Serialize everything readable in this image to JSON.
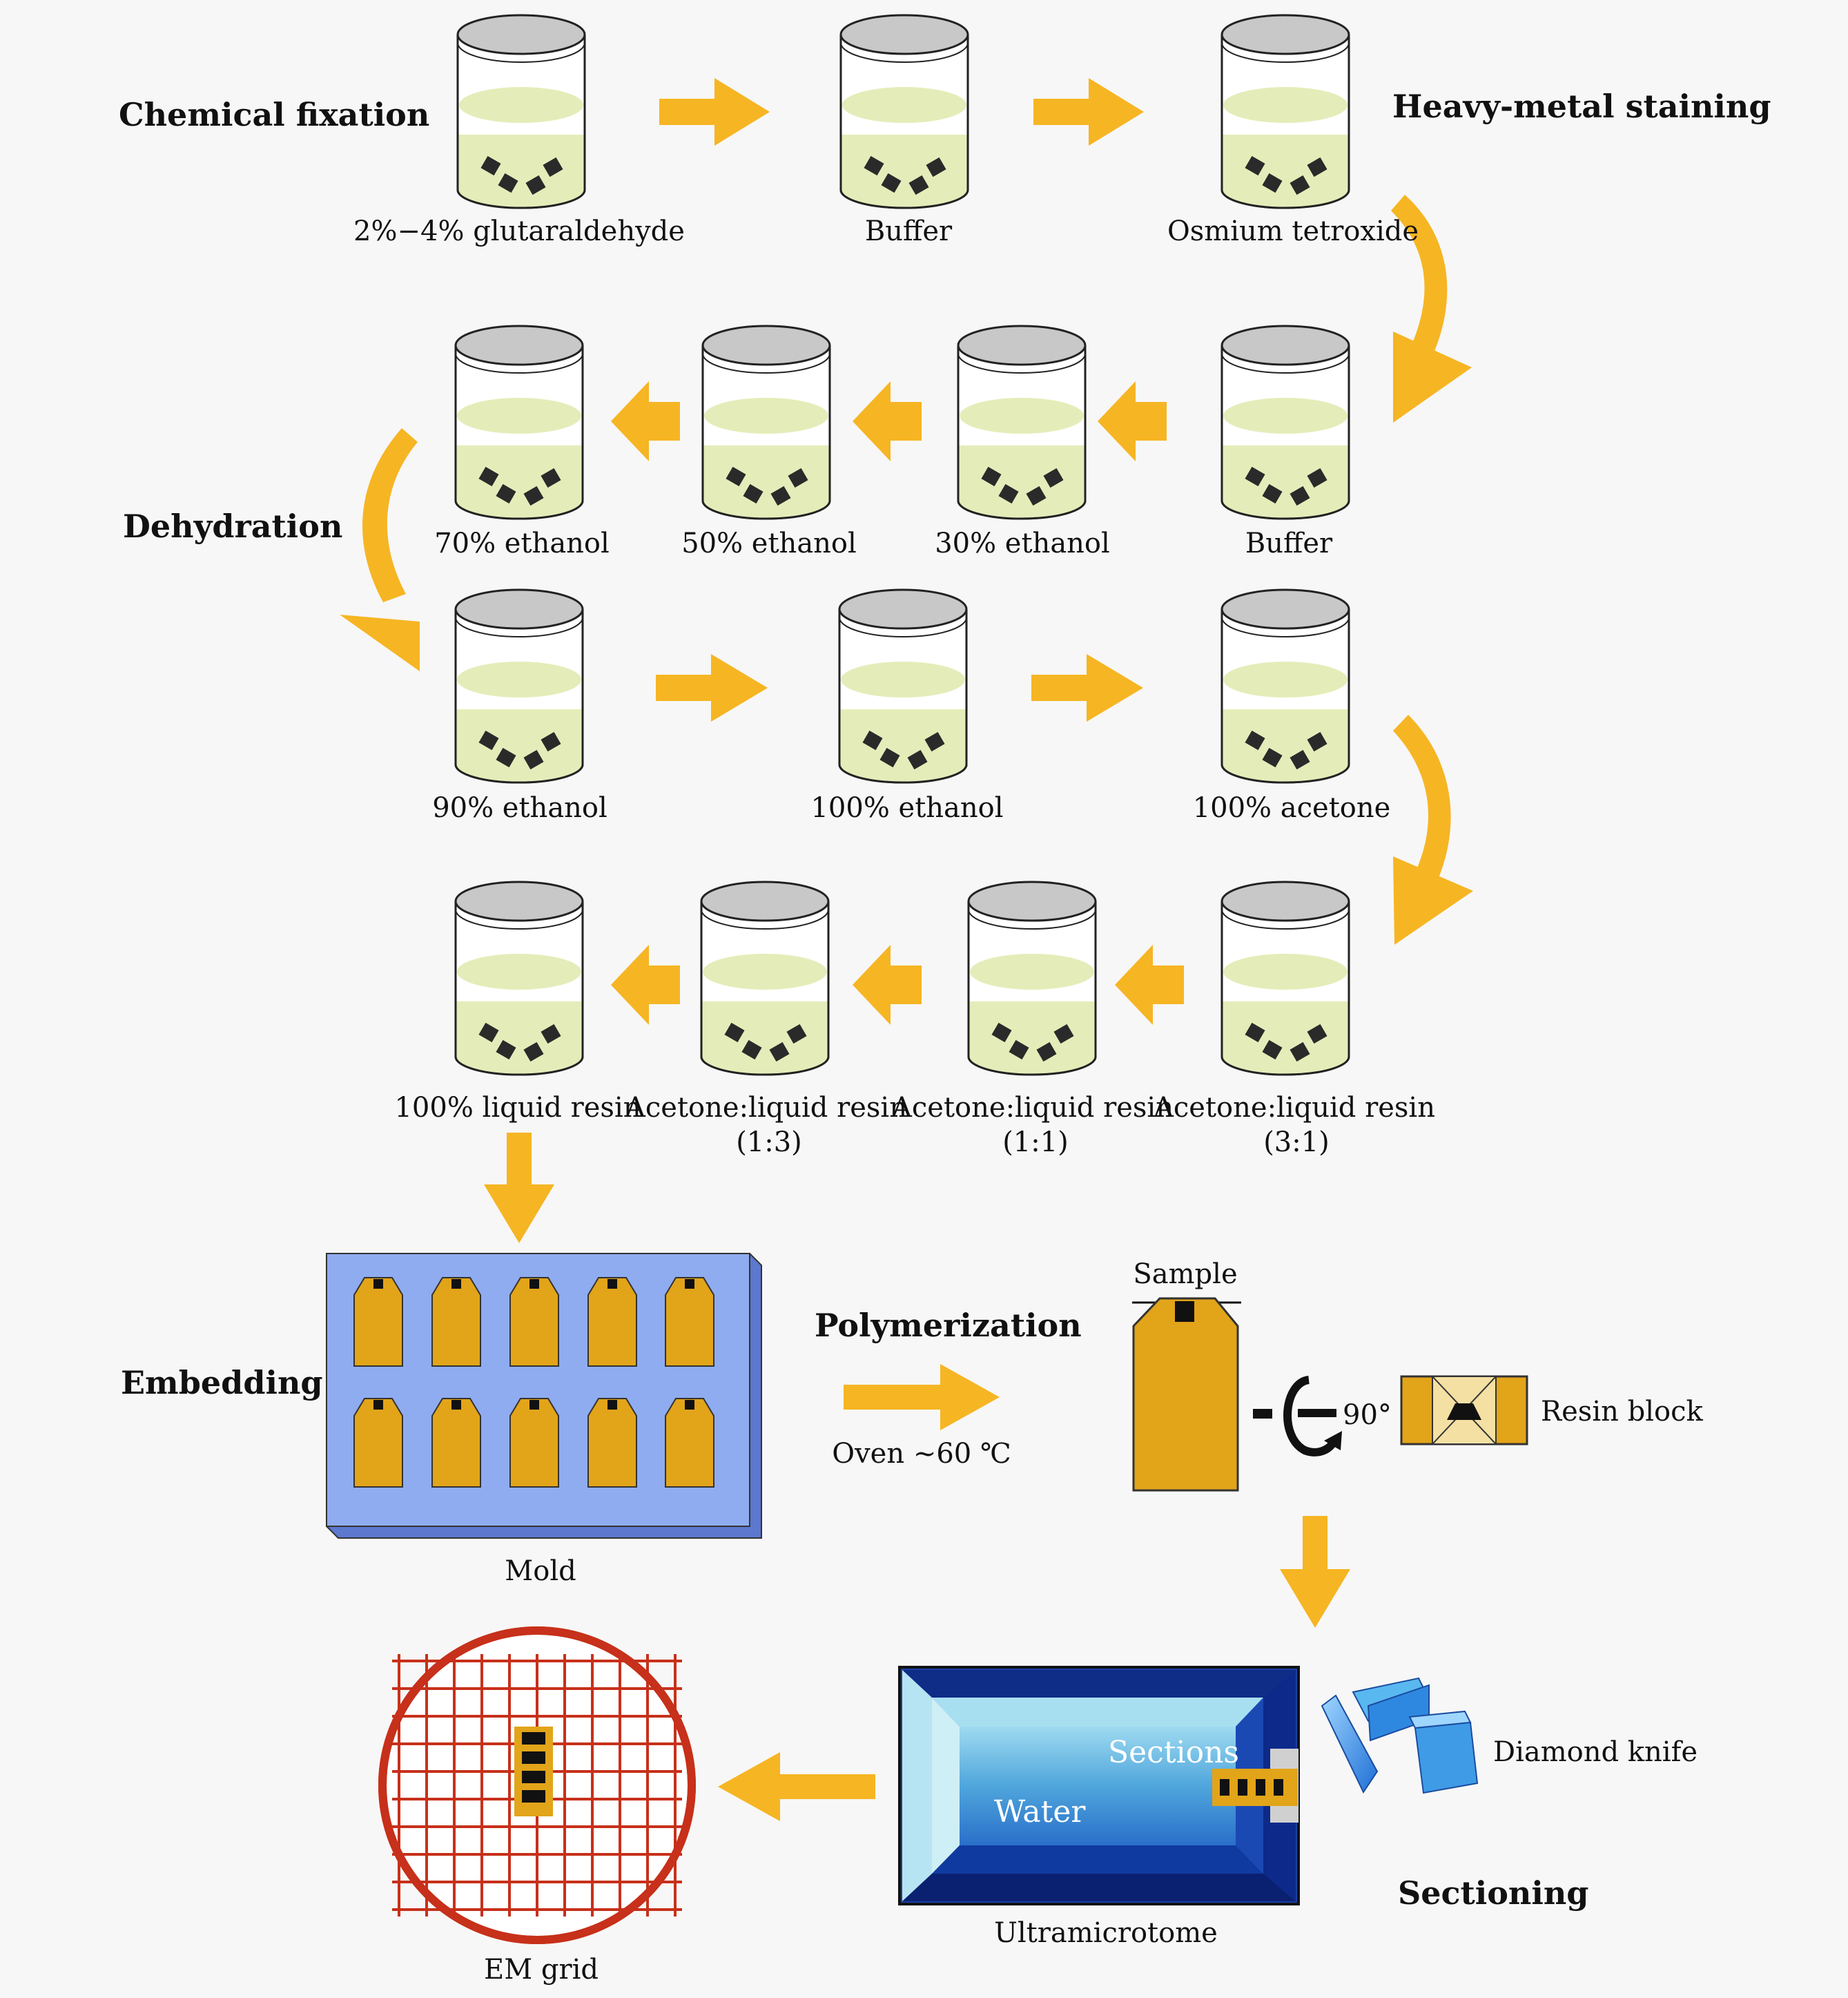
{
  "headings": {
    "chemical_fixation": "Chemical fixation",
    "heavy_metal_staining": "Heavy-metal staining",
    "dehydration": "Dehydration",
    "embedding": "Embedding",
    "polymerization": "Polymerization",
    "sectioning": "Sectioning"
  },
  "row1": [
    "2%−4% glutaraldehyde",
    "Buffer",
    "Osmium tetroxide"
  ],
  "row2": [
    "70% ethanol",
    "50% ethanol",
    "30% ethanol",
    "Buffer"
  ],
  "row3": [
    "90% ethanol",
    "100% ethanol",
    "100% acetone"
  ],
  "row4": [
    {
      "line1": "100% liquid resin",
      "line2": ""
    },
    {
      "line1": "Acetone:liquid resin",
      "line2": "(1:3)"
    },
    {
      "line1": "Acetone:liquid resin",
      "line2": "(1:1)"
    },
    {
      "line1": "Acetone:liquid resin",
      "line2": "(3:1)"
    }
  ],
  "labels": {
    "mold": "Mold",
    "oven": "Oven ~60 ℃",
    "sample": "Sample",
    "rotation": "90°",
    "resin_block": "Resin block",
    "sections": "Sections",
    "water": "Water",
    "ultramicrotome": "Ultramicrotome",
    "diamond_knife": "Diamond knife",
    "em_grid": "EM grid"
  },
  "colors": {
    "arrow": "#f6b523",
    "liquid": "#e4edb9",
    "lid": "#c8c8c8",
    "mold_blue": "#8facf0",
    "resin": "#e2a419",
    "grid_red": "#c7301a",
    "trough_blue": "#1c4fc0"
  }
}
